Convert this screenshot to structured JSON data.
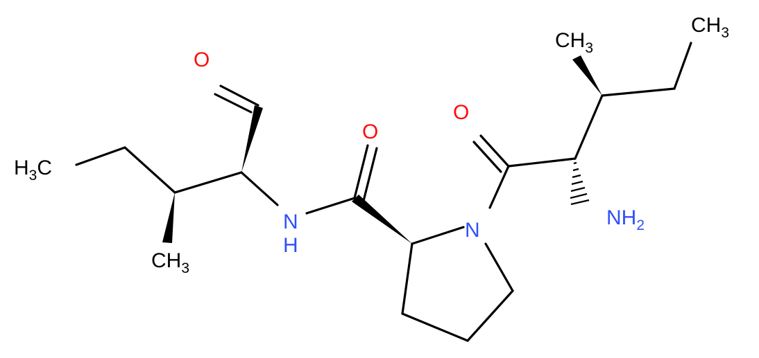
{
  "molecule": {
    "atoms": {
      "o_aldehyde": {
        "symbol": "O",
        "color": "#ff0d0d"
      },
      "o_amide": {
        "symbol": "O",
        "color": "#ff0d0d"
      },
      "o_ketone": {
        "symbol": "O",
        "color": "#ff0d0d"
      },
      "n_amide": {
        "symbol": "N",
        "hydrogens": "H",
        "color": "#3050f8"
      },
      "n_ring": {
        "symbol": "N",
        "color": "#3050f8"
      },
      "n_amine": {
        "symbol": "NH",
        "subscript": "2",
        "color": "#3050f8"
      },
      "ch3_left": {
        "prefix": "H",
        "subscript": "3",
        "suffix": "C",
        "color": "#000000"
      },
      "ch3_bottom": {
        "symbol": "CH",
        "subscript": "3",
        "color": "#000000"
      },
      "ch3_top_mid": {
        "symbol": "CH",
        "subscript": "3",
        "color": "#000000"
      },
      "ch3_top_right": {
        "symbol": "CH",
        "subscript": "3",
        "color": "#000000"
      }
    }
  }
}
